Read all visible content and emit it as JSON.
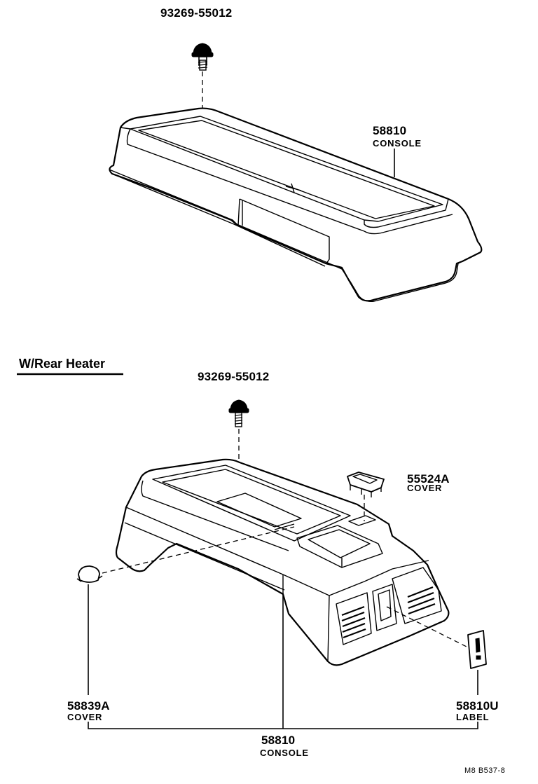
{
  "top_group": {
    "bolt": {
      "part_no": "93269-55012"
    },
    "console": {
      "part_no": "58810",
      "name": "CONSOLE"
    }
  },
  "section": {
    "title": "W/Rear Heater"
  },
  "bottom_group": {
    "bolt": {
      "part_no": "93269-55012"
    },
    "cover_top": {
      "part_no": "55524A",
      "name": "COVER"
    },
    "cover_left": {
      "part_no": "58839A",
      "name": "COVER"
    },
    "label_part": {
      "part_no": "58810U",
      "name": "LABEL"
    },
    "console": {
      "part_no": "58810",
      "name": "CONSOLE"
    }
  },
  "figure_code": "M8  B537-8"
}
